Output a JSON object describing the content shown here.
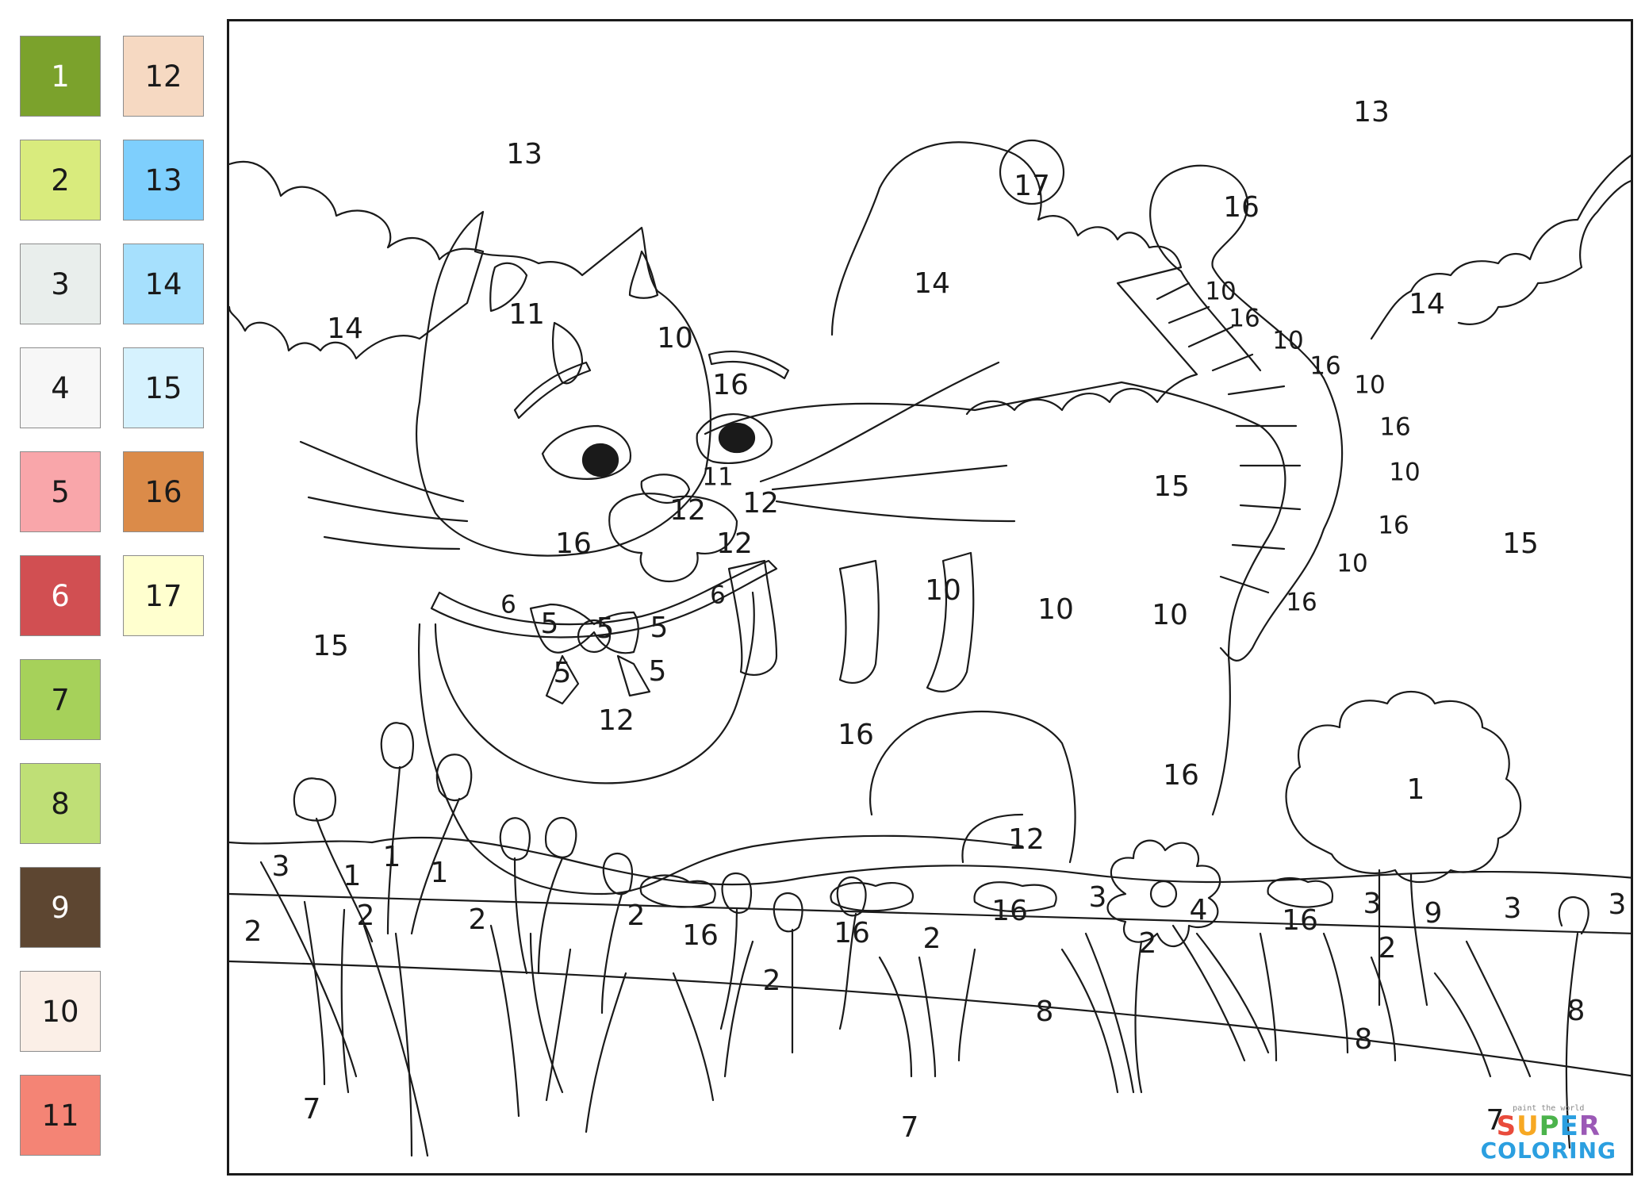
{
  "palette": [
    {
      "number": "1",
      "color": "#7ba22c"
    },
    {
      "number": "2",
      "color": "#d9eb7d"
    },
    {
      "number": "3",
      "color": "#e9eeec"
    },
    {
      "number": "4",
      "color": "#f7f7f7"
    },
    {
      "number": "5",
      "color": "#f9a6aa"
    },
    {
      "number": "6",
      "color": "#d14f52"
    },
    {
      "number": "7",
      "color": "#a6d15a"
    },
    {
      "number": "8",
      "color": "#bfdf76"
    },
    {
      "number": "9",
      "color": "#5d4631"
    },
    {
      "number": "10",
      "color": "#fbefe7"
    },
    {
      "number": "11",
      "color": "#f48475"
    },
    {
      "number": "12",
      "color": "#f6d9c2"
    },
    {
      "number": "13",
      "color": "#7ecffd"
    },
    {
      "number": "14",
      "color": "#a6e0fd"
    },
    {
      "number": "15",
      "color": "#d6f2fe"
    },
    {
      "number": "16",
      "color": "#db8b49"
    },
    {
      "number": "17",
      "color": "#ffffcf"
    }
  ],
  "labels": [
    "13",
    "13",
    "17",
    "16",
    "14",
    "14",
    "14",
    "11",
    "10",
    "16",
    "10",
    "16",
    "10",
    "16",
    "10",
    "16",
    "10",
    "16",
    "10",
    "16",
    "11",
    "12",
    "12",
    "12",
    "16",
    "15",
    "15",
    "15",
    "10",
    "10",
    "10",
    "6",
    "6",
    "5",
    "5",
    "5",
    "5",
    "5",
    "12",
    "16",
    "16",
    "1",
    "12",
    "3",
    "1",
    "1",
    "1",
    "2",
    "2",
    "2",
    "2",
    "16",
    "16",
    "2",
    "16",
    "3",
    "4",
    "2",
    "16",
    "3",
    "9",
    "2",
    "3",
    "3",
    "2",
    "8",
    "8",
    "8",
    "7",
    "7",
    "7"
  ],
  "logo": {
    "tagline": "paint the world",
    "word1": [
      "S",
      "U",
      "P",
      "E",
      "R"
    ],
    "word2": "COLORING"
  }
}
